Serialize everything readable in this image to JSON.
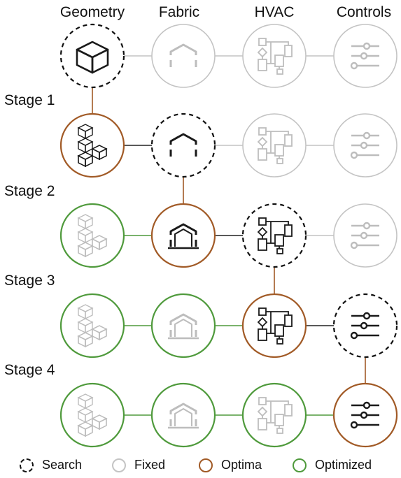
{
  "columns": [
    "Geometry",
    "Fabric",
    "HVAC",
    "Controls"
  ],
  "stages": [
    "Stage 1",
    "Stage 2",
    "Stage 3",
    "Stage 4"
  ],
  "legend": [
    {
      "label": "Search",
      "state": "search"
    },
    {
      "label": "Fixed",
      "state": "fixed"
    },
    {
      "label": "Optima",
      "state": "optima"
    },
    {
      "label": "Optimized",
      "state": "optimized"
    }
  ],
  "colors": {
    "search": "#111111",
    "fixed": "#c4c4c4",
    "optima": "#a15a26",
    "optimized": "#4f9a3c",
    "icon_active": "#1a1a1a",
    "icon_faded": "#bdbdbd"
  },
  "icons": [
    "cube-stack-icon",
    "house-shell-icon",
    "hvac-flow-icon",
    "sliders-icon"
  ],
  "grid": [
    [
      {
        "state": "search",
        "icon": "cube-icon",
        "icon_style": "active"
      },
      {
        "state": "fixed",
        "icon": "house-shell-icon",
        "icon_style": "faded"
      },
      {
        "state": "fixed",
        "icon": "hvac-flow-icon",
        "icon_style": "faded"
      },
      {
        "state": "fixed",
        "icon": "sliders-icon",
        "icon_style": "faded"
      }
    ],
    [
      {
        "state": "optima",
        "icon": "cube-stack-icon",
        "icon_style": "active"
      },
      {
        "state": "search",
        "icon": "house-shell-icon",
        "icon_style": "active"
      },
      {
        "state": "fixed",
        "icon": "hvac-flow-icon",
        "icon_style": "faded"
      },
      {
        "state": "fixed",
        "icon": "sliders-icon",
        "icon_style": "faded"
      }
    ],
    [
      {
        "state": "optimized",
        "icon": "cube-stack-icon",
        "icon_style": "faded"
      },
      {
        "state": "optima",
        "icon": "house-insulated-icon",
        "icon_style": "active"
      },
      {
        "state": "search",
        "icon": "hvac-flow-icon",
        "icon_style": "active"
      },
      {
        "state": "fixed",
        "icon": "sliders-icon",
        "icon_style": "faded"
      }
    ],
    [
      {
        "state": "optimized",
        "icon": "cube-stack-icon",
        "icon_style": "faded"
      },
      {
        "state": "optimized",
        "icon": "house-insulated-icon",
        "icon_style": "faded"
      },
      {
        "state": "optima",
        "icon": "hvac-flow-icon",
        "icon_style": "active"
      },
      {
        "state": "search",
        "icon": "sliders-icon",
        "icon_style": "active"
      }
    ],
    [
      {
        "state": "optimized",
        "icon": "cube-stack-icon",
        "icon_style": "faded"
      },
      {
        "state": "optimized",
        "icon": "house-insulated-icon",
        "icon_style": "faded"
      },
      {
        "state": "optimized",
        "icon": "hvac-flow-icon",
        "icon_style": "faded"
      },
      {
        "state": "optima",
        "icon": "sliders-icon",
        "icon_style": "active"
      }
    ]
  ],
  "links": [
    {
      "from": [
        0,
        0
      ],
      "to": [
        1,
        0
      ],
      "state": "optima"
    },
    {
      "from": [
        1,
        1
      ],
      "to": [
        2,
        1
      ],
      "state": "optima"
    },
    {
      "from": [
        2,
        2
      ],
      "to": [
        3,
        2
      ],
      "state": "optima"
    },
    {
      "from": [
        3,
        3
      ],
      "to": [
        4,
        3
      ],
      "state": "optima"
    }
  ]
}
